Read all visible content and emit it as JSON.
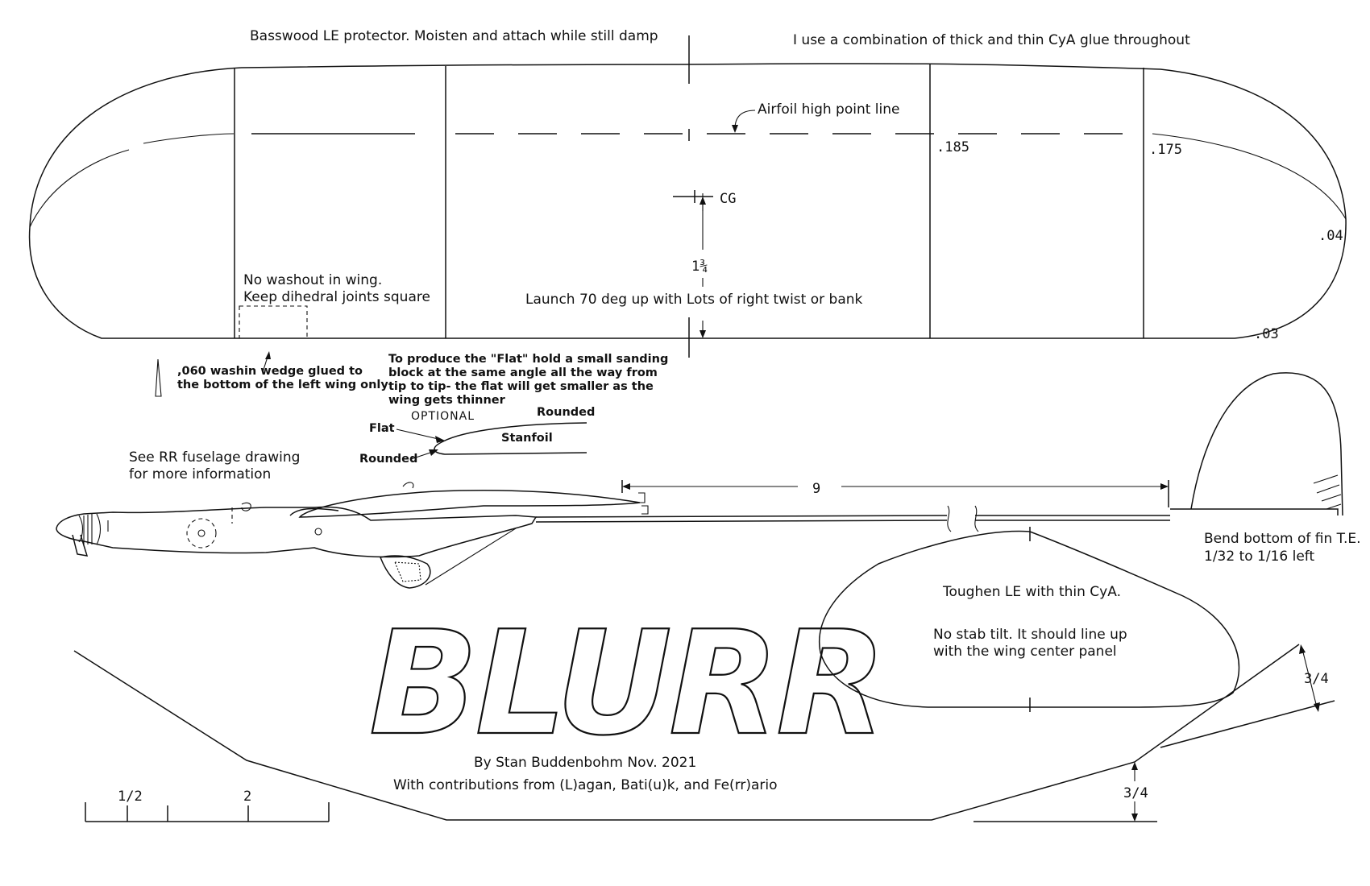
{
  "title": "BLURR",
  "credits": {
    "author_line": "By Stan Buddenbohm  Nov. 2021",
    "contrib_line": "With contributions from (L)agan, Bati(u)k, and Fe(rr)ario"
  },
  "wing": {
    "le_protector_note": "Basswood LE protector. Moisten and attach while still damp",
    "glue_note": "I use a combination of thick and thin CyA glue throughout",
    "airfoil_high_point_label": "Airfoil high point line",
    "thickness_labels": [
      ".185",
      ".175",
      ".04",
      ".03"
    ],
    "cg_label": "CG",
    "cg_distance": "1¾",
    "washout_note": [
      "No washout in wing.",
      "Keep dihedral joints square"
    ],
    "launch_note": "Launch 70 deg up with Lots of right twist or bank"
  },
  "notes": {
    "washin_wedge": [
      ",060 washin wedge glued to",
      "the bottom of the left wing only"
    ],
    "flat_instructions": [
      "To produce the \"Flat\" hold a small sanding",
      "block at the same angle all the way from",
      "tip to tip- the flat will get smaller as the",
      "wing gets thinner"
    ],
    "fuselage_ref": [
      "See RR fuselage drawing",
      "for more information"
    ]
  },
  "airfoil_section": {
    "optional_label": "OPTIONAL",
    "flat_label": "Flat",
    "rounded_top_label": "Rounded",
    "rounded_bottom_label": "Rounded",
    "section_name": "Stanfoil"
  },
  "fuselage": {
    "tail_moment": "9"
  },
  "fin": {
    "note": [
      "Bend bottom of fin T.E.",
      "1/32 to 1/16 left"
    ]
  },
  "stab": {
    "note1": "Toughen LE with thin CyA.",
    "note2": [
      "No stab tilt. It should line up",
      "with the wing center panel"
    ]
  },
  "dihedral": {
    "tip_dimension": "3/4",
    "center_dimension": "3/4"
  },
  "scale": {
    "labels": [
      "1/2",
      "2"
    ]
  }
}
